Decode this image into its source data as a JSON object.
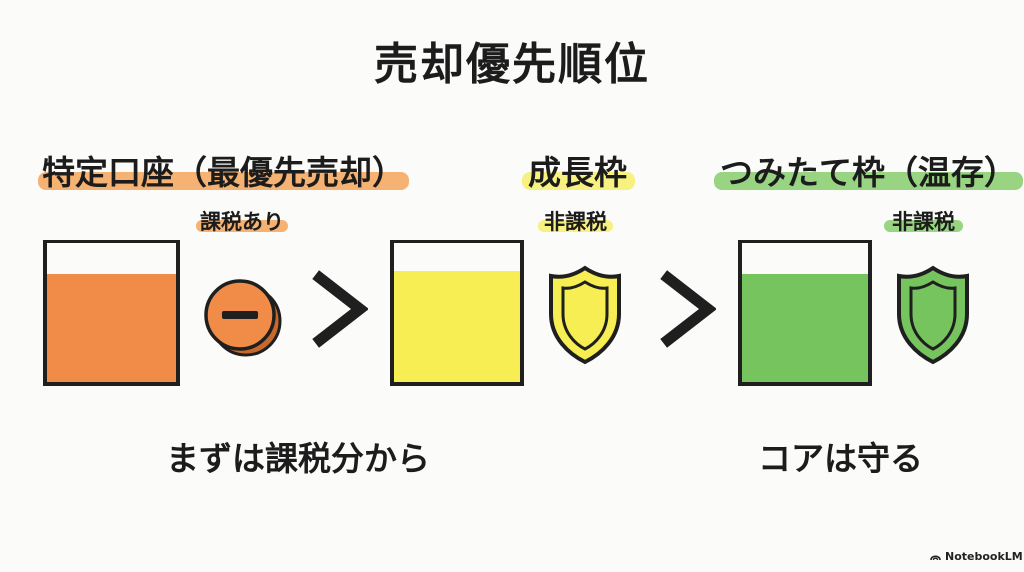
{
  "title": "売却優先順位",
  "columns": [
    {
      "heading": "特定口座（最優先売却）",
      "tag": "課税あり",
      "color": "#f08c48",
      "highlight": "#f3a45c",
      "fill_level": 0.78,
      "icon": "minus-coin-icon"
    },
    {
      "heading": "成長枠",
      "tag": "非課税",
      "color": "#f6ee52",
      "highlight": "#f6ee6a",
      "fill_level": 0.8,
      "icon": "shield-icon"
    },
    {
      "heading": "つみたて枠（温存）",
      "tag": "非課税",
      "color": "#76c45e",
      "highlight": "#86cc6c",
      "fill_level": 0.78,
      "icon": "shield-icon"
    }
  ],
  "separators": [
    ">",
    ">"
  ],
  "captions": {
    "left": "まずは課税分から",
    "right": "コアは守る"
  },
  "footer": "NotebookLM"
}
